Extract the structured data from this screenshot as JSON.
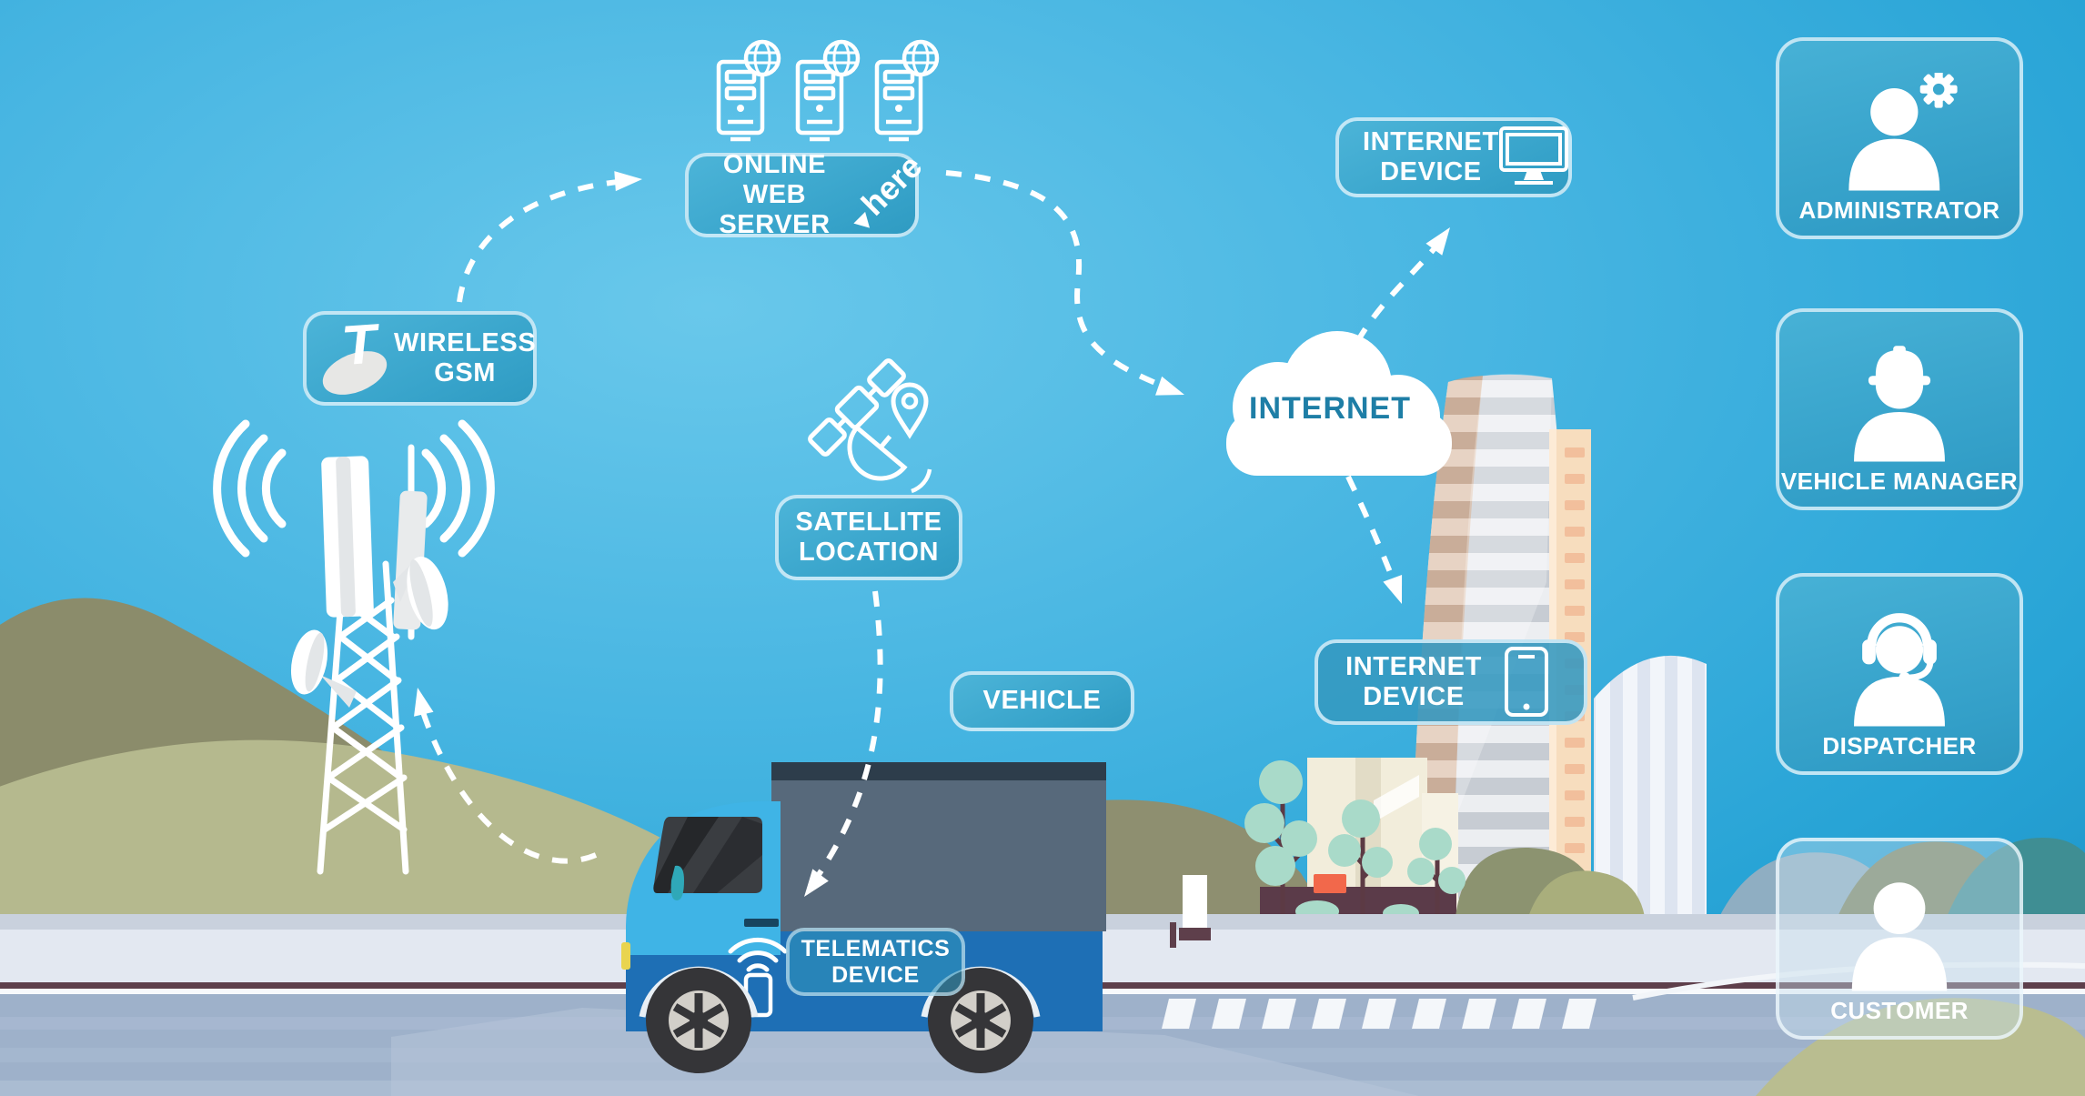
{
  "diagram": {
    "title": "Vehicle telematics system diagram",
    "nodes": {
      "wireless_gsm": {
        "line1": "WIRELESS",
        "line2": "GSM",
        "logo": "telstra-logo",
        "logo_text": "T"
      },
      "online_web_server": {
        "line1": "ONLINE WEB",
        "line2": "SERVER",
        "logo": "here-logo",
        "logo_text": "here"
      },
      "satellite_location": {
        "line1": "SATELLITE",
        "line2": "LOCATION"
      },
      "vehicle": {
        "label": "VEHICLE"
      },
      "telematics_device": {
        "line1": "TELEMATICS",
        "line2": "DEVICE"
      },
      "internet_device_desktop": {
        "line1": "INTERNET",
        "line2": "DEVICE",
        "icon": "desktop-monitor-icon"
      },
      "internet_device_mobile": {
        "line1": "INTERNET",
        "line2": "DEVICE",
        "icon": "smartphone-icon"
      },
      "internet_cloud": {
        "label": "INTERNET"
      }
    },
    "roles": [
      {
        "label": "ADMINISTRATOR",
        "icon": "user-gear-icon"
      },
      {
        "label": "VEHICLE MANAGER",
        "icon": "user-hardhat-icon"
      },
      {
        "label": "DISPATCHER",
        "icon": "user-headset-icon"
      },
      {
        "label": "CUSTOMER",
        "icon": "user-icon"
      }
    ],
    "connections": [
      {
        "from": "telematics-device",
        "to": "gsm-tower"
      },
      {
        "from": "wireless-gsm",
        "to": "online-web-server"
      },
      {
        "from": "online-web-server",
        "to": "internet-cloud"
      },
      {
        "from": "internet-cloud",
        "to": "internet-device-desktop"
      },
      {
        "from": "internet-cloud",
        "to": "internet-device-mobile"
      },
      {
        "from": "satellite-location",
        "to": "telematics-device"
      }
    ],
    "colors": {
      "sky_light": "#66C7EA",
      "sky_deep": "#1E9ACD",
      "label_fill": "#3BA8CE",
      "label_border": "#D6EEF9",
      "label_text": "#FFFFFF",
      "cloud_text": "#1E7EA6",
      "hill_dark": "#8B8C6B",
      "hill_light": "#B5B98E",
      "road": "#9EB1CA",
      "sidewalk": "#E3E8F1",
      "curb_line": "#5E3F4B",
      "truck_cab": "#3FB4E6",
      "truck_band": "#1E6FB5",
      "truck_box": "#57697B",
      "tree": "#A9DAC9",
      "building_peach": "#F7DDBE"
    }
  }
}
